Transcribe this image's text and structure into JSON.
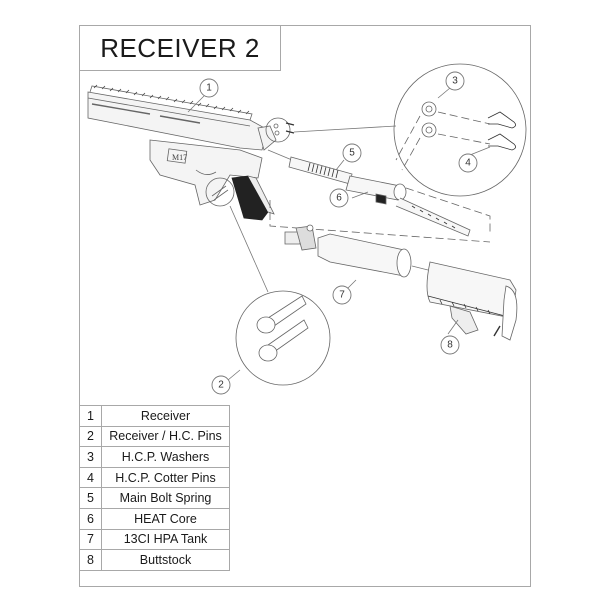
{
  "title": "RECEIVER 2",
  "parts": [
    {
      "num": "1",
      "name": "Receiver"
    },
    {
      "num": "2",
      "name": "Receiver / H.C. Pins"
    },
    {
      "num": "3",
      "name": "H.C.P. Washers"
    },
    {
      "num": "4",
      "name": "H.C.P. Cotter Pins"
    },
    {
      "num": "5",
      "name": "Main Bolt Spring"
    },
    {
      "num": "6",
      "name": "HEAT Core"
    },
    {
      "num": "7",
      "name": "13CI HPA Tank"
    },
    {
      "num": "8",
      "name": "Buttstock"
    }
  ],
  "callouts": [
    "1",
    "2",
    "3",
    "4",
    "5",
    "6",
    "7",
    "8"
  ],
  "colors": {
    "line": "#555555",
    "frame": "#a8a8a8",
    "dark": "#222222"
  }
}
